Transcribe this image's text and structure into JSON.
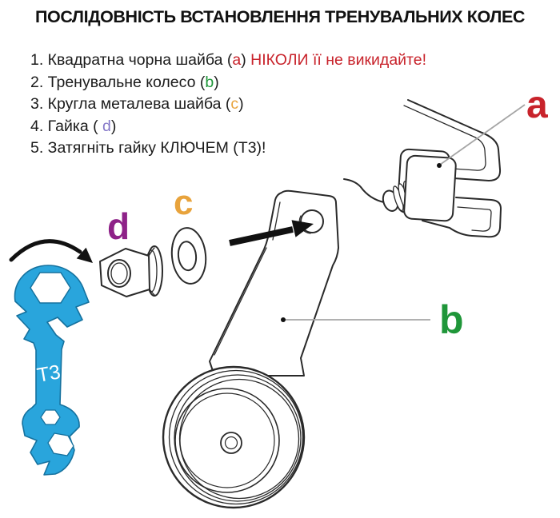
{
  "title": "ПОСЛІДОВНІСТЬ ВСТАНОВЛЕННЯ ТРЕНУВАЛЬНИХ КОЛЕС",
  "list": {
    "items": [
      {
        "prefix": "1. Квадратна чорна шайба (",
        "letter": "a",
        "suffix": ") ",
        "warning": "НІКОЛИ її не викидайте!"
      },
      {
        "prefix": "2. Тренувальне колесо (",
        "letter": "b",
        "suffix": ")",
        "warning": ""
      },
      {
        "prefix": "3. Кругла металева шайба (",
        "letter": "c",
        "suffix": ")",
        "warning": ""
      },
      {
        "prefix": "4. Гайка ( ",
        "letter": "d",
        "suffix": ")",
        "warning": ""
      },
      {
        "prefix": "5. Затягніть гайку КЛЮЧЕМ (Т3)!",
        "letter": "",
        "suffix": "",
        "warning": ""
      }
    ]
  },
  "diagram": {
    "label_a": "a",
    "label_b": "b",
    "label_c": "c",
    "label_d": "d",
    "wrench_text": "Т3"
  },
  "colors": {
    "label_a": "#c8232b",
    "label_b": "#1f9639",
    "label_c": "#e8a33c",
    "label_d_diagram": "#8e2288",
    "label_d_list": "#8578c8",
    "warning_text": "#c8232b",
    "wrench_blue": "#29a5dc",
    "line_art": "#2a2a2a"
  }
}
